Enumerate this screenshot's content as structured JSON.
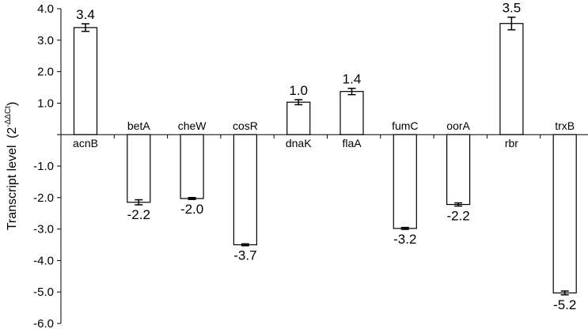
{
  "chart_data": {
    "type": "bar",
    "ylabel": "Transcript level",
    "ylabel_sup": "-ΔΔCt",
    "ylabel_base": "2",
    "ylim": [
      -6.0,
      4.0
    ],
    "yticks": [
      "4.0",
      "3.0",
      "2.0",
      "1.0",
      "-1.0",
      "-2.0",
      "-3.0",
      "-4.0",
      "-5.0",
      "-6.0"
    ],
    "categories": [
      "acnB",
      "betA",
      "cheW",
      "cosR",
      "dnaK",
      "flaA",
      "fumC",
      "oorA",
      "rbr",
      "trxB"
    ],
    "values": [
      3.4,
      -2.15,
      -2.03,
      -3.5,
      1.03,
      1.37,
      -2.98,
      -2.22,
      3.53,
      -5.03
    ],
    "errors": [
      0.12,
      0.08,
      0.03,
      0.03,
      0.08,
      0.1,
      0.03,
      0.05,
      0.2,
      0.06
    ],
    "value_labels": [
      "3.4",
      "-2.2",
      "-2.0",
      "-3.7",
      "1.0",
      "1.4",
      "-3.2",
      "-2.2",
      "3.5",
      "-5.2"
    ],
    "grid": false,
    "legend": "none",
    "bar_fill": "#ffffff",
    "bar_stroke": "#000000"
  }
}
